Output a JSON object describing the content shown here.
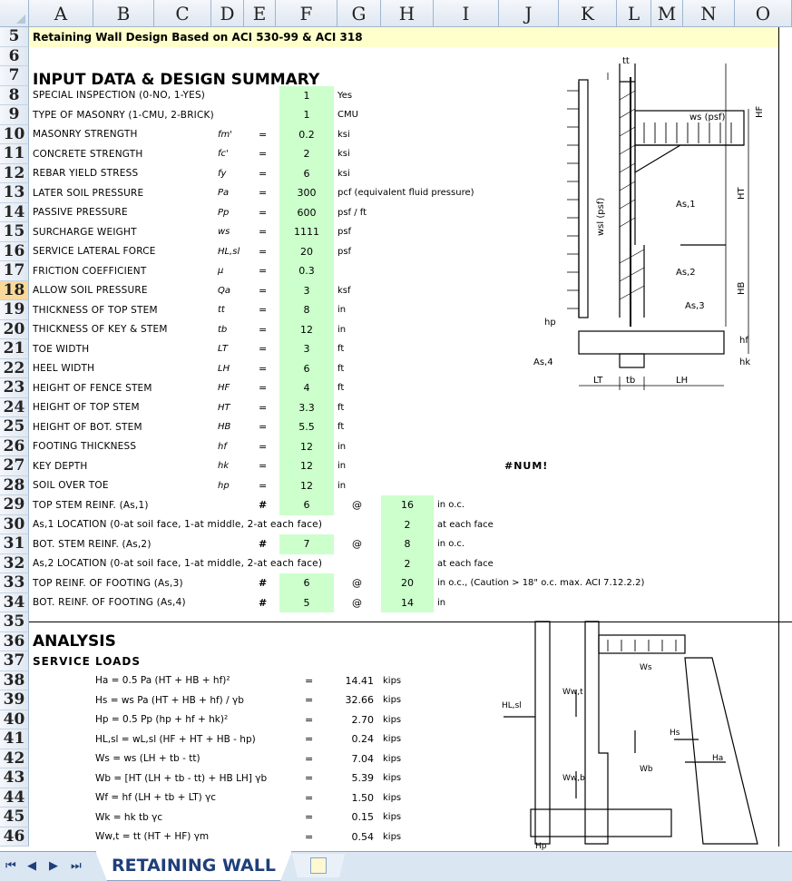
{
  "columns": [
    "A",
    "B",
    "C",
    "D",
    "E",
    "F",
    "G",
    "H",
    "I",
    "J",
    "K",
    "L",
    "M",
    "N",
    "O"
  ],
  "rows": [
    "5",
    "6",
    "7",
    "8",
    "9",
    "10",
    "11",
    "12",
    "13",
    "14",
    "15",
    "16",
    "17",
    "18",
    "19",
    "20",
    "21",
    "22",
    "23",
    "24",
    "25",
    "26",
    "27",
    "28",
    "29",
    "30",
    "31",
    "32",
    "33",
    "34",
    "35",
    "36",
    "37",
    "38",
    "39",
    "40",
    "41",
    "42",
    "43",
    "44",
    "45",
    "46"
  ],
  "selected_row": "18",
  "title": "Retaining Wall Design Based on ACI 530-99 & ACI 318",
  "input_heading": "INPUT DATA & DESIGN SUMMARY",
  "inputs": [
    {
      "label": "SPECIAL INSPECTION (0-NO, 1-YES)",
      "sym": "",
      "dash": "",
      "value": "1",
      "unit": "Yes"
    },
    {
      "label": "TYPE OF MASONRY (1-CMU, 2-BRICK)",
      "sym": "",
      "dash": "",
      "value": "1",
      "unit": "CMU"
    },
    {
      "label": "MASONRY STRENGTH",
      "sym": "fm'",
      "dash": "=",
      "value": "0.2",
      "unit": "ksi"
    },
    {
      "label": "CONCRETE STRENGTH",
      "sym": "fc'",
      "dash": "=",
      "value": "2",
      "unit": "ksi"
    },
    {
      "label": "REBAR YIELD STRESS",
      "sym": "fy",
      "dash": "=",
      "value": "6",
      "unit": "ksi"
    },
    {
      "label": "LATER SOIL PRESSURE",
      "sym": "Pa",
      "dash": "=",
      "value": "300",
      "unit": "pcf (equivalent fluid pressure)"
    },
    {
      "label": "PASSIVE PRESSURE",
      "sym": "Pp",
      "dash": "=",
      "value": "600",
      "unit": "psf / ft"
    },
    {
      "label": "SURCHARGE WEIGHT",
      "sym": "ws",
      "dash": "=",
      "value": "1111",
      "unit": "psf"
    },
    {
      "label": "SERVICE LATERAL FORCE",
      "sym": "HL,sl",
      "dash": "=",
      "value": "20",
      "unit": "psf"
    },
    {
      "label": "FRICTION COEFFICIENT",
      "sym": "μ",
      "dash": "=",
      "value": "0.3",
      "unit": ""
    },
    {
      "label": "ALLOW SOIL PRESSURE",
      "sym": "Qa",
      "dash": "=",
      "value": "3",
      "unit": "ksf"
    },
    {
      "label": "THICKNESS OF TOP STEM",
      "sym": "tt",
      "dash": "=",
      "value": "8",
      "unit": "in"
    },
    {
      "label": "THICKNESS OF KEY & STEM",
      "sym": "tb",
      "dash": "=",
      "value": "12",
      "unit": "in"
    },
    {
      "label": "TOE WIDTH",
      "sym": "LT",
      "dash": "=",
      "value": "3",
      "unit": "ft"
    },
    {
      "label": "HEEL WIDTH",
      "sym": "LH",
      "dash": "=",
      "value": "6",
      "unit": "ft"
    },
    {
      "label": "HEIGHT OF FENCE STEM",
      "sym": "HF",
      "dash": "=",
      "value": "4",
      "unit": "ft"
    },
    {
      "label": "HEIGHT OF TOP STEM",
      "sym": "HT",
      "dash": "=",
      "value": "3.3",
      "unit": "ft"
    },
    {
      "label": "HEIGHT OF BOT. STEM",
      "sym": "HB",
      "dash": "=",
      "value": "5.5",
      "unit": "ft"
    },
    {
      "label": "FOOTING THICKNESS",
      "sym": "hf",
      "dash": "=",
      "value": "12",
      "unit": "in"
    },
    {
      "label": "KEY DEPTH",
      "sym": "hk",
      "dash": "=",
      "value": "12",
      "unit": "in"
    },
    {
      "label": "SOIL OVER TOE",
      "sym": "hp",
      "dash": "=",
      "value": "12",
      "unit": "in"
    }
  ],
  "num_error": "#NUM!",
  "reinf": [
    {
      "label": "TOP STEM REINF. (As,1)",
      "hash": "#",
      "value": "6",
      "at": "@",
      "spacing": "16",
      "unit": "in o.c."
    },
    {
      "label": "As,1 LOCATION (0-at soil face, 1-at middle, 2-at each face)",
      "hash": "",
      "value": "",
      "at": "",
      "spacing": "2",
      "unit": "at each face"
    },
    {
      "label": "BOT. STEM REINF. (As,2)",
      "hash": "#",
      "value": "7",
      "at": "@",
      "spacing": "8",
      "unit": "in o.c."
    },
    {
      "label": "As,2 LOCATION (0-at soil face, 1-at middle, 2-at each face)",
      "hash": "",
      "value": "",
      "at": "",
      "spacing": "2",
      "unit": "at each face"
    },
    {
      "label": "TOP REINF. OF FOOTING (As,3)",
      "hash": "#",
      "value": "6",
      "at": "@",
      "spacing": "20",
      "unit": "in o.c., (Caution > 18\" o.c. max. ACI 7.12.2.2)"
    },
    {
      "label": "BOT. REINF. OF FOOTING (As,4)",
      "hash": "#",
      "value": "5",
      "at": "@",
      "spacing": "14",
      "unit": "in"
    }
  ],
  "analysis_heading": "ANALYSIS",
  "service_heading": "SERVICE LOADS",
  "loads": [
    {
      "formula": "Ha = 0.5 Pa (HT + HB + hf)²",
      "eq": "=",
      "value": "14.41",
      "unit": "kips"
    },
    {
      "formula": "Hs = ws Pa (HT + HB + hf) / γb",
      "eq": "=",
      "value": "32.66",
      "unit": "kips"
    },
    {
      "formula": "Hp = 0.5 Pp (hp + hf + hk)²",
      "eq": "=",
      "value": "2.70",
      "unit": "kips"
    },
    {
      "formula": "HL,sl = wL,sl (HF + HT + HB - hp)",
      "eq": "=",
      "value": "0.24",
      "unit": "kips"
    },
    {
      "formula": "Ws = ws (LH + tb - tt)",
      "eq": "=",
      "value": "7.04",
      "unit": "kips"
    },
    {
      "formula": "Wb = [HT (LH + tb - tt) + HB LH] γb",
      "eq": "=",
      "value": "5.39",
      "unit": "kips"
    },
    {
      "formula": "Wf = hf (LH + tb + LT) γc",
      "eq": "=",
      "value": "1.50",
      "unit": "kips"
    },
    {
      "formula": "Wk = hk tb γc",
      "eq": "=",
      "value": "0.15",
      "unit": "kips"
    },
    {
      "formula": "Ww,t = tt (HT + HF) γm",
      "eq": "=",
      "value": "0.54",
      "unit": "kips"
    }
  ],
  "diagram": {
    "tt": "tt",
    "ws": "ws (psf)",
    "hf": "HF",
    "ht": "HT",
    "hb": "HB",
    "wsl": "wsl (psf)",
    "as1": "As,1",
    "as2": "As,2",
    "as3": "As,3",
    "as4": "As,4",
    "hp": "hp",
    "hf2": "hf",
    "hk": "hk",
    "lt": "LT",
    "tb": "tb",
    "lh": "LH"
  },
  "diagram2": {
    "ws": "Ws",
    "wwt": "Ww,t",
    "hlsl": "HL,sl",
    "wwb": "Ww,b",
    "wb": "Wb",
    "hs": "Hs",
    "ha": "Ha",
    "hp": "Hp"
  },
  "sheet_tab": "RETAINING WALL",
  "nav_buttons": [
    "⏮",
    "◀",
    "▶",
    "⏭"
  ]
}
